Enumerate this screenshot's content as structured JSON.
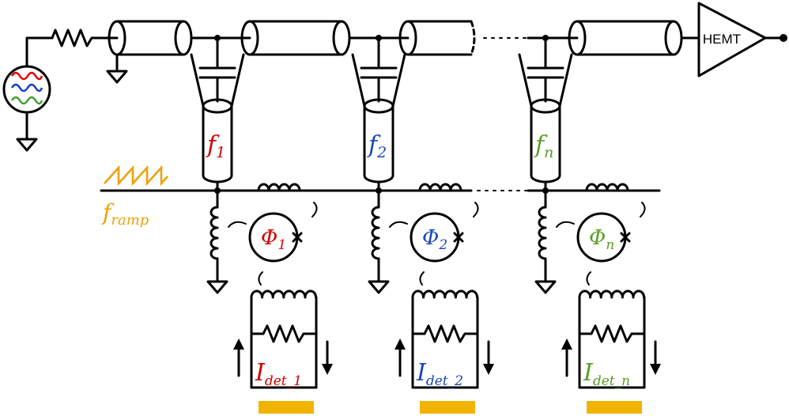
{
  "source": {
    "colors": [
      "#e00000",
      "#1040c0",
      "#40a030"
    ]
  },
  "amplifier": {
    "label": "HEMT"
  },
  "ramp": {
    "symbol": "f",
    "subscript": "ramp",
    "color": "#f0a000"
  },
  "ellipsis_label": "",
  "channels": [
    {
      "resonator": "f",
      "resonator_sub": "1",
      "flux": "Φ",
      "flux_sub": "1",
      "current": "I",
      "current_sub": "det_1",
      "color": "#d00000"
    },
    {
      "resonator": "f",
      "resonator_sub": "2",
      "flux": "Φ",
      "flux_sub": "2",
      "current": "I",
      "current_sub": "det_2",
      "color": "#1a48b8"
    },
    {
      "resonator": "f",
      "resonator_sub": "n",
      "flux": "Φ",
      "flux_sub": "n",
      "current": "I",
      "current_sub": "det_n",
      "color": "#5a9e28"
    }
  ],
  "absorber_color": "#f0b400"
}
